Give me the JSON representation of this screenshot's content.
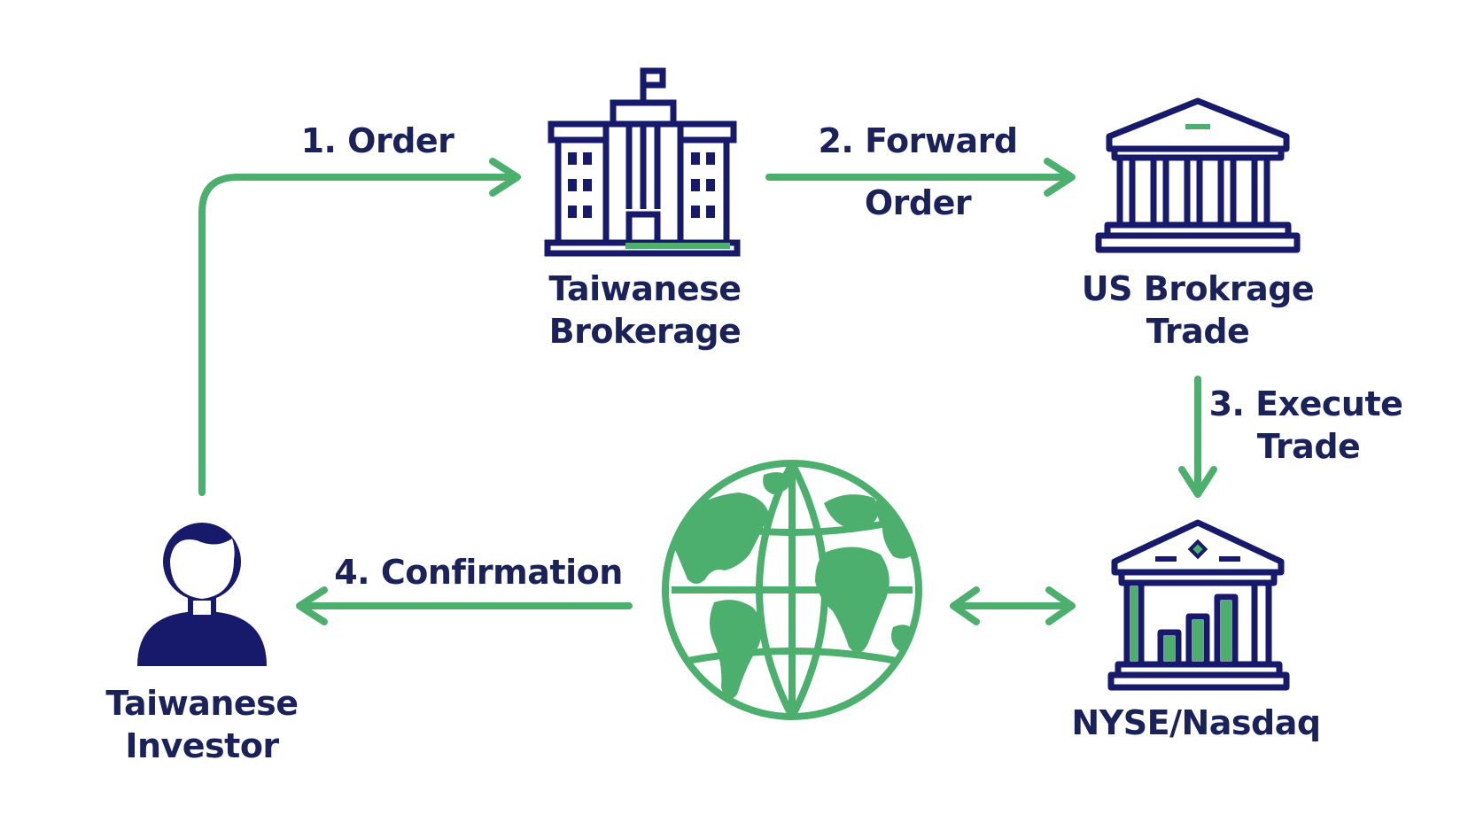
{
  "colors": {
    "navy": "#17196b",
    "green": "#4caf6e",
    "label": "#1b2159"
  },
  "nodes": {
    "investor": {
      "icon": "person-icon",
      "line1": "Taiwanese",
      "line2": "Investor"
    },
    "tw_brokerage": {
      "icon": "office-building-icon",
      "line1": "Taiwanese",
      "line2": "Brokerage"
    },
    "us_brokerage": {
      "icon": "bank-building-icon",
      "line1": "US Brokrage",
      "line2": "Trade"
    },
    "exchange": {
      "icon": "stock-exchange-icon",
      "label": "NYSE/Nasdaq"
    },
    "globe": {
      "icon": "globe-icon"
    }
  },
  "steps": {
    "order": "1. Order",
    "forward_line1": "2. Forward",
    "forward_line2": "Order",
    "execute_line1": "3. Execute",
    "execute_line2": "Trade",
    "confirmation": "4. Confirmation"
  }
}
